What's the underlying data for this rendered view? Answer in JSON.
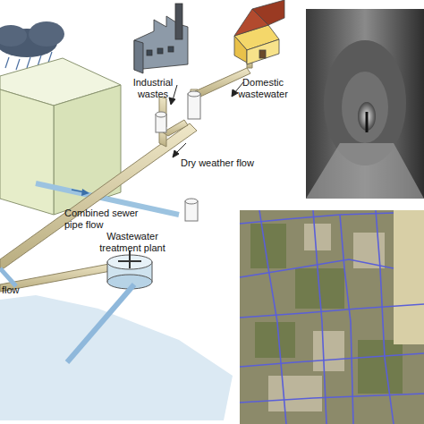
{
  "diagram": {
    "labels": [
      "Industrial wastes",
      "Domestic wastewater",
      "Dry weather flow",
      "Combined sewer pipe flow",
      "Wastewater treatment plant",
      "flow"
    ]
  }
}
